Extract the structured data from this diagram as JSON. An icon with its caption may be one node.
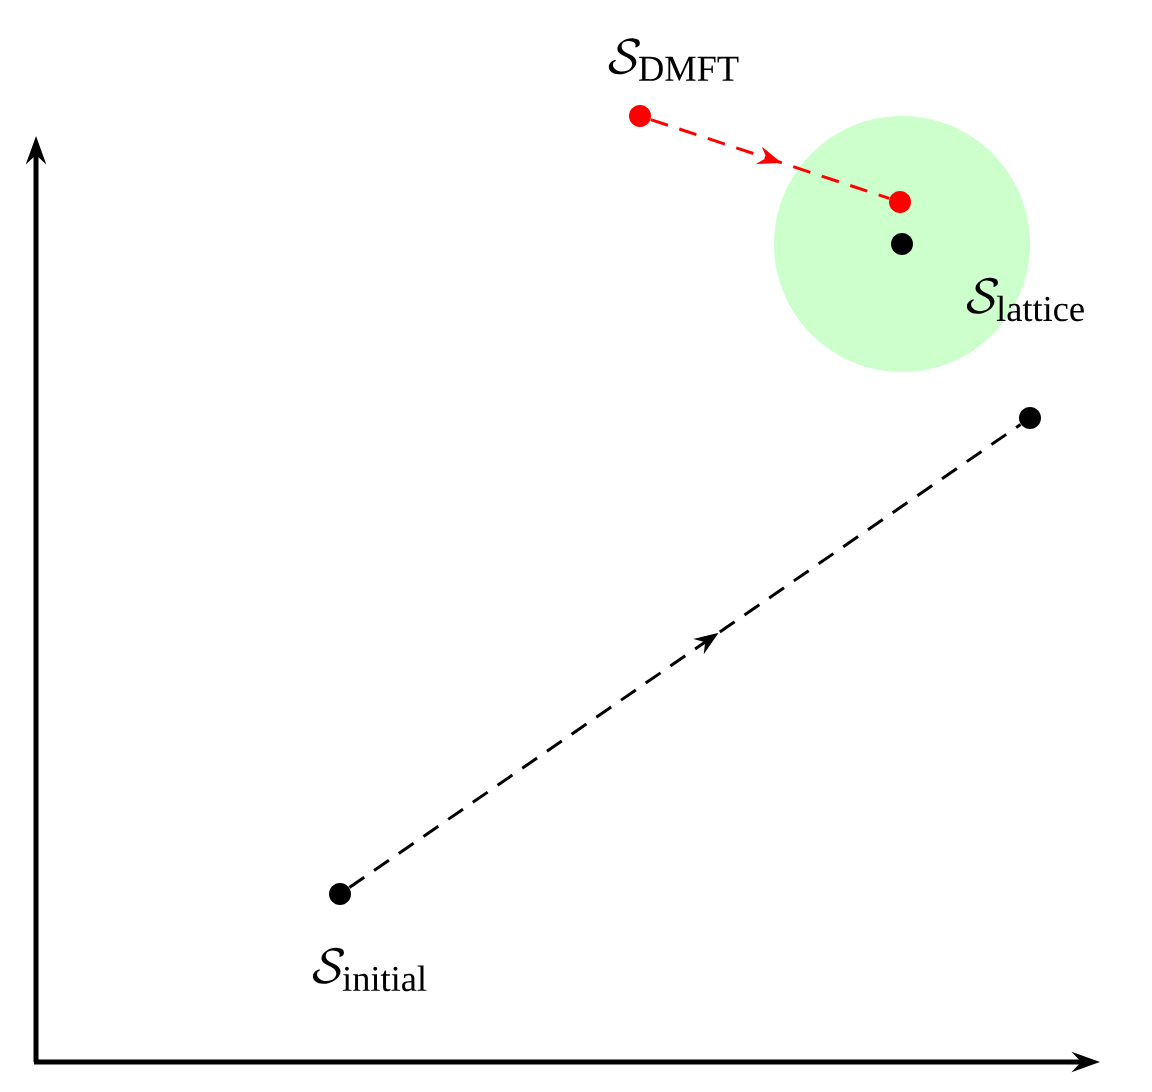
{
  "diagram": {
    "nodes": [
      {
        "text": [],
        "shape": "circle",
        "beside": [
          "\\mathcal{S}_{\\mathrm{initial}}"
        ]
      },
      {
        "text": [],
        "shape": "circle"
      },
      {
        "text": [],
        "shape": "circle",
        "beside": [
          "\\mathcal{S}_{\\mathrm{DMFT}}"
        ]
      },
      {
        "text": [],
        "shape": "circle"
      },
      {
        "text": [],
        "shape": "circle",
        "beside": [
          "\\mathcal{S}_{\\mathrm{lattice}}"
        ]
      }
    ],
    "edges": [
      {
        "from": 0,
        "to": 1,
        "arrow": "to",
        "style": "dashed"
      },
      {
        "from": 2,
        "to": 3,
        "arrow": "to",
        "style": "dashed",
        "color": "#ff0000"
      }
    ]
  }
}
